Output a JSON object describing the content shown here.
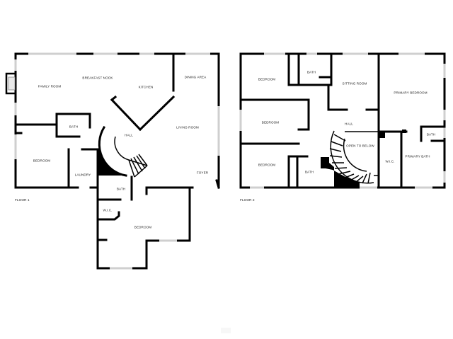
{
  "floor1": {
    "label": "FLOOR 1",
    "rooms": {
      "family_room": "FAMILY ROOM",
      "breakfast_nook": "BREAKFAST NOOK",
      "kitchen": "KITCHEN",
      "dining_area": "DINING AREA",
      "bath_upper": "BATH",
      "hall": "HALL",
      "living_room": "LIVING ROOM",
      "bedroom_left": "BEDROOM",
      "laundry": "LAUNDRY",
      "foyer": "FOYER",
      "bath_lower": "BATH",
      "wic": "W.I.C.",
      "bedroom_lower": "BEDROOM"
    }
  },
  "floor2": {
    "label": "FLOOR 2",
    "rooms": {
      "bedroom_top": "BEDROOM",
      "bath_top": "BATH",
      "sitting_room": "SITTING ROOM",
      "primary_bedroom": "PRIMARY BEDROOM",
      "bedroom_mid": "BEDROOM",
      "hall": "HALL",
      "open_to_below": "OPEN TO BELOW",
      "bath_primary_small": "BATH",
      "wic": "W.I.C.",
      "primary_bath": "PRIMARY BATH",
      "bedroom_bottom": "BEDROOM",
      "bath_bottom": "BATH"
    }
  }
}
